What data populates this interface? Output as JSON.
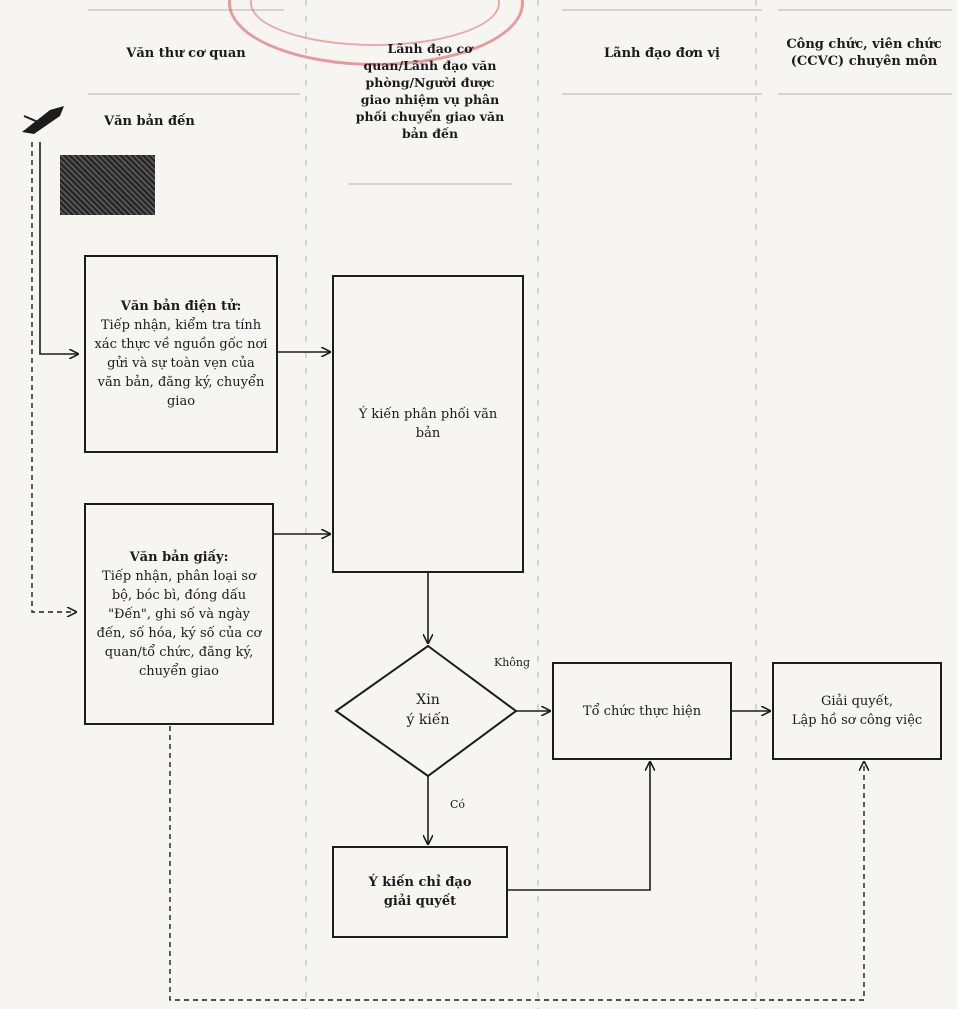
{
  "headers": {
    "col1": "Văn thư cơ quan",
    "col2": "Lãnh đạo cơ quan/Lãnh đạo văn phòng/Người được giao nhiệm vụ phân phối chuyển giao văn bản đến",
    "col3": "Lãnh đạo đơn vị",
    "col4": "Công chức, viên chức (CCVC) chuyên môn"
  },
  "start_label": "Văn bản đến",
  "boxes": {
    "electronic_title": "Văn bản điện tử:",
    "electronic_body": "Tiếp nhận, kiểm tra tính xác thực về nguồn gốc nơi gửi và sự toàn vẹn của văn bản, đăng ký, chuyển giao",
    "paper_title": "Văn bản giấy:",
    "paper_body": "Tiếp nhận, phân loại sơ bộ, bóc bì, đóng dấu \"Đến\", ghi số và ngày đến, số hóa, ký số của cơ quan/tổ chức, đăng ký, chuyển giao",
    "distribution": "Ý kiến phân phối văn bản",
    "decision_line1": "Xin",
    "decision_line2": "ý kiến",
    "direction": "Ý kiến chỉ đạo giải quyết",
    "implement": "Tổ chức thực hiện",
    "resolve_line1": "Giải quyết,",
    "resolve_line2": "Lập hồ sơ công việc"
  },
  "edge_labels": {
    "no": "Không",
    "yes": "Có"
  },
  "colors": {
    "ink": "#1c1c1c",
    "stamp": "#e04a57",
    "paper": "#f6f5f1"
  }
}
